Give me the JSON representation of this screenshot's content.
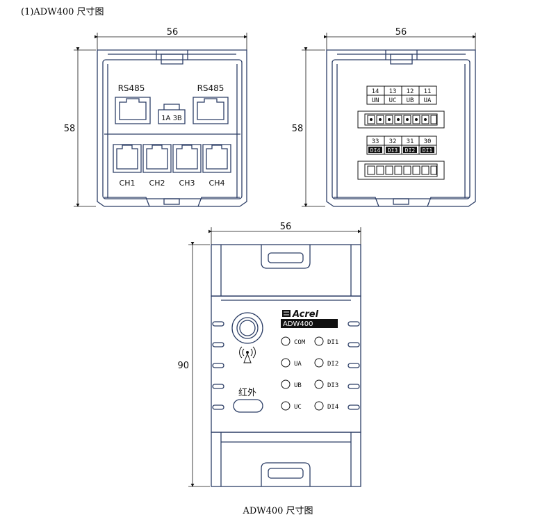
{
  "heading": "(1)ADW400 尺寸图",
  "caption": "ADW400 尺寸图",
  "views": {
    "left": {
      "width_dim": "56",
      "height_dim": "58",
      "rs485_left": "RS485",
      "rs485_right": "RS485",
      "center_port": "1A 3B",
      "channels": [
        "CH1",
        "CH2",
        "CH3",
        "CH4"
      ]
    },
    "right": {
      "width_dim": "56",
      "height_dim": "58",
      "top_terminals": [
        {
          "num": "14",
          "name": "UN"
        },
        {
          "num": "13",
          "name": "UC"
        },
        {
          "num": "12",
          "name": "UB"
        },
        {
          "num": "11",
          "name": "UA"
        }
      ],
      "bottom_terminals": [
        {
          "num": "33",
          "name": "DI4"
        },
        {
          "num": "32",
          "name": "DI3"
        },
        {
          "num": "31",
          "name": "DI2"
        },
        {
          "num": "30",
          "name": "DI1"
        }
      ]
    },
    "front": {
      "width_dim": "56",
      "height_dim": "90",
      "brand": "Acrel",
      "model": "ADW400",
      "ir_label": "红外",
      "leds_left": [
        "COM",
        "UA",
        "UB",
        "UC"
      ],
      "leds_right": [
        "DI1",
        "DI2",
        "DI3",
        "DI4"
      ]
    }
  },
  "colors": {
    "line": "#2c3e66",
    "dim": "#111111"
  }
}
